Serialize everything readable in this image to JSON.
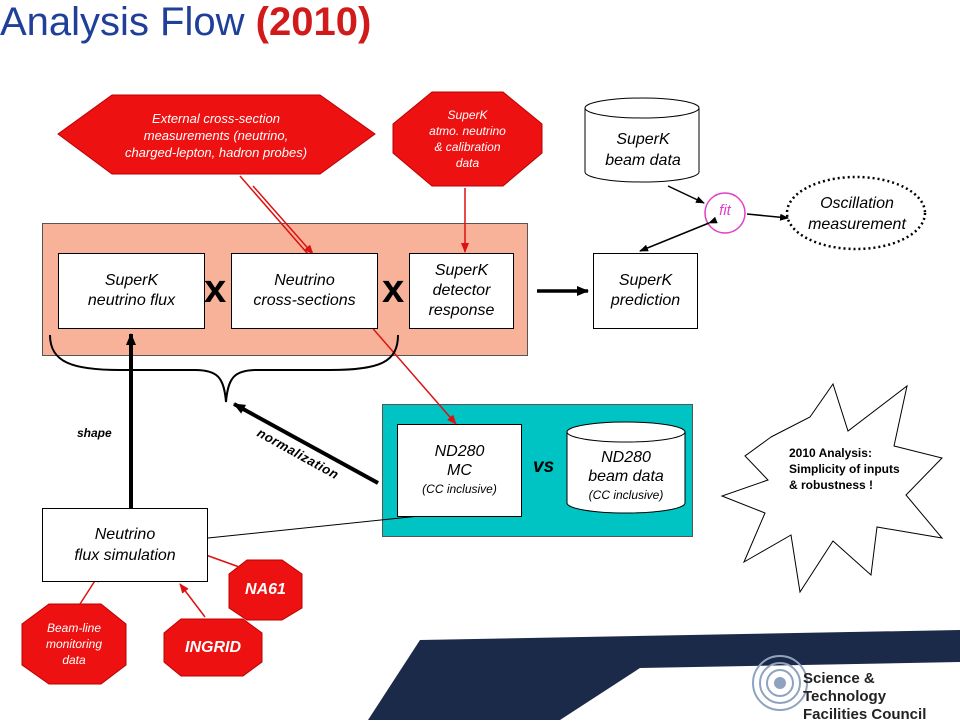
{
  "title": {
    "main": "Analysis Flow",
    "year": "(2010)"
  },
  "external_xsec": {
    "lines": [
      "External cross-section",
      "measurements (neutrino,",
      "charged-lepton, hadron probes)"
    ]
  },
  "sk_atmo": {
    "lines": [
      "SuperK",
      "atmo. neutrino",
      "& calibration",
      "data"
    ]
  },
  "sk_beam_data": {
    "lines": [
      "SuperK",
      "beam data"
    ]
  },
  "fit": "fit",
  "oscillation": {
    "lines": [
      "Oscillation",
      "measurement"
    ]
  },
  "flux_box": {
    "lines": [
      "SuperK",
      "neutrino flux"
    ]
  },
  "xsec_box": {
    "lines": [
      "Neutrino",
      "cross-sections"
    ]
  },
  "detector_box": {
    "lines": [
      "SuperK",
      "detector",
      "response"
    ]
  },
  "multiply_1": "x",
  "multiply_2": "x",
  "prediction_box": {
    "lines": [
      "SuperK",
      "prediction"
    ]
  },
  "shape_label": "shape",
  "normalization_label": "normalization",
  "nd280_mc": {
    "lines": [
      "ND280",
      "MC",
      "(CC inclusive)"
    ]
  },
  "vs_label": "vs",
  "nd280_data": {
    "lines": [
      "ND280",
      "beam data",
      "(CC inclusive)"
    ]
  },
  "analysis_note": {
    "lines": [
      "2010 Analysis:",
      "Simplicity of inputs",
      "& robustness !"
    ]
  },
  "flux_sim": {
    "lines": [
      "Neutrino",
      "flux simulation"
    ]
  },
  "na61": "NA61",
  "ingrid": "INGRID",
  "beamline": {
    "lines": [
      "Beam-line",
      "monitoring",
      "data"
    ]
  },
  "logo": {
    "lines": [
      "Science & Technology",
      "Facilities Council"
    ]
  },
  "colors": {
    "title_blue": "#1f3f99",
    "accent_red": "#d11a1a",
    "region_salmon": "#f8b29a",
    "region_teal": "#00c4c4",
    "hexagon_red": "#ee1111",
    "fit_magenta": "#e040c8",
    "footer_navy": "#1c2a4a"
  }
}
